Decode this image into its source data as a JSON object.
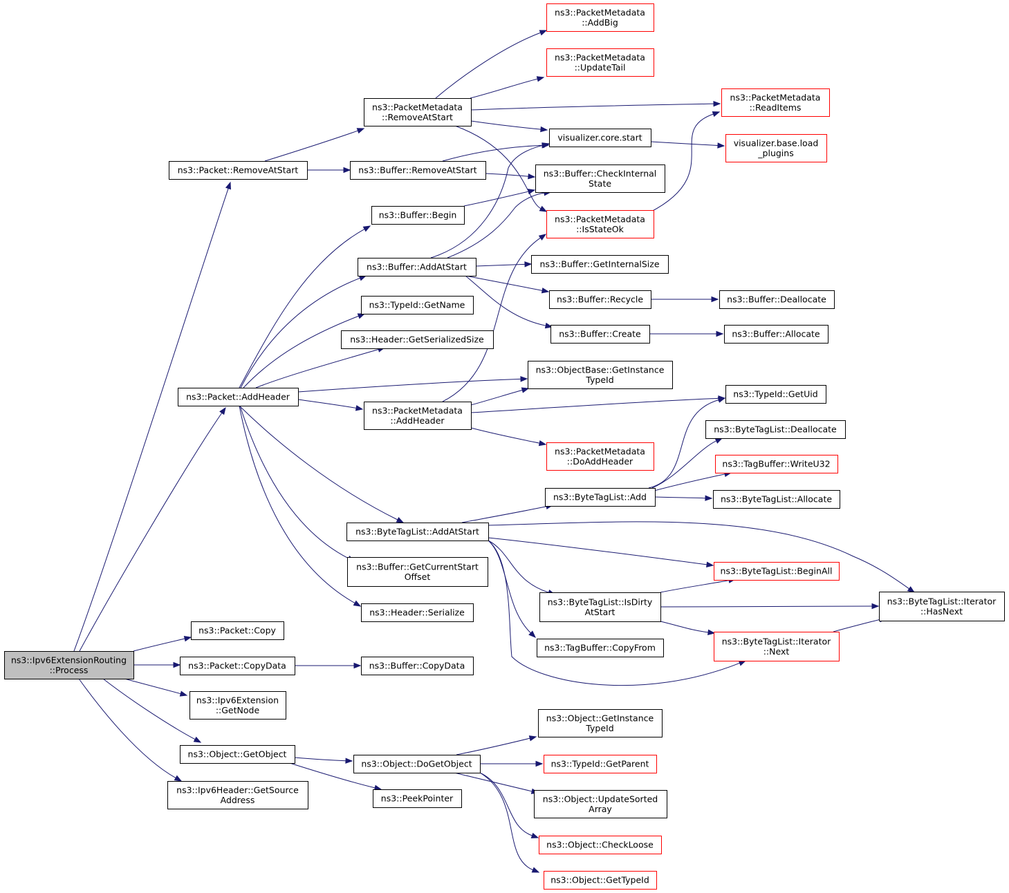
{
  "colors": {
    "edge": "#191970",
    "node_border": "#000000",
    "truncated_border": "#ff0000",
    "root_fill": "#bfbfbf",
    "node_fill": "#ffffff"
  },
  "nodes": {
    "root": {
      "lines": [
        "ns3::Ipv6ExtensionRouting",
        "::Process"
      ],
      "kind": "root"
    },
    "packet_removeatstart": {
      "lines": [
        "ns3::Packet::RemoveAtStart"
      ],
      "kind": "normal"
    },
    "packet_addheader": {
      "lines": [
        "ns3::Packet::AddHeader"
      ],
      "kind": "normal"
    },
    "packet_copy": {
      "lines": [
        "ns3::Packet::Copy"
      ],
      "kind": "normal"
    },
    "packet_copydata": {
      "lines": [
        "ns3::Packet::CopyData"
      ],
      "kind": "normal"
    },
    "ipv6ext_getnode": {
      "lines": [
        "ns3::Ipv6Extension",
        "::GetNode"
      ],
      "kind": "normal"
    },
    "object_getobject": {
      "lines": [
        "ns3::Object::GetObject"
      ],
      "kind": "normal"
    },
    "ipv6header_getsource": {
      "lines": [
        "ns3::Ipv6Header::GetSource",
        "Address"
      ],
      "kind": "normal"
    },
    "pm_removeatstart": {
      "lines": [
        "ns3::PacketMetadata",
        "::RemoveAtStart"
      ],
      "kind": "normal"
    },
    "buffer_removeatstart": {
      "lines": [
        "ns3::Buffer::RemoveAtStart"
      ],
      "kind": "normal"
    },
    "buffer_begin": {
      "lines": [
        "ns3::Buffer::Begin"
      ],
      "kind": "normal"
    },
    "buffer_addatstart": {
      "lines": [
        "ns3::Buffer::AddAtStart"
      ],
      "kind": "normal"
    },
    "typeid_getname": {
      "lines": [
        "ns3::TypeId::GetName"
      ],
      "kind": "normal"
    },
    "header_getserializedsize": {
      "lines": [
        "ns3::Header::GetSerializedSize"
      ],
      "kind": "normal"
    },
    "pm_addheader": {
      "lines": [
        "ns3::PacketMetadata",
        "::AddHeader"
      ],
      "kind": "normal"
    },
    "btl_addatstart": {
      "lines": [
        "ns3::ByteTagList::AddAtStart"
      ],
      "kind": "normal"
    },
    "buffer_getcurrentstartoffset": {
      "lines": [
        "ns3::Buffer::GetCurrentStart",
        "Offset"
      ],
      "kind": "normal"
    },
    "header_serialize": {
      "lines": [
        "ns3::Header::Serialize"
      ],
      "kind": "normal"
    },
    "buffer_copydata": {
      "lines": [
        "ns3::Buffer::CopyData"
      ],
      "kind": "normal"
    },
    "object_dogetobject": {
      "lines": [
        "ns3::Object::DoGetObject"
      ],
      "kind": "normal"
    },
    "peekpointer": {
      "lines": [
        "ns3::PeekPointer"
      ],
      "kind": "normal"
    },
    "pm_addbig": {
      "lines": [
        "ns3::PacketMetadata",
        "::AddBig"
      ],
      "kind": "truncated"
    },
    "pm_updatetail": {
      "lines": [
        "ns3::PacketMetadata",
        "::UpdateTail"
      ],
      "kind": "truncated"
    },
    "vis_core_start": {
      "lines": [
        "visualizer.core.start"
      ],
      "kind": "normal"
    },
    "buffer_checkinternalstate": {
      "lines": [
        "ns3::Buffer::CheckInternal",
        "State"
      ],
      "kind": "normal"
    },
    "pm_isstateok": {
      "lines": [
        "ns3::PacketMetadata",
        "::IsStateOk"
      ],
      "kind": "truncated"
    },
    "buffer_getinternalsize": {
      "lines": [
        "ns3::Buffer::GetInternalSize"
      ],
      "kind": "normal"
    },
    "buffer_recycle": {
      "lines": [
        "ns3::Buffer::Recycle"
      ],
      "kind": "normal"
    },
    "buffer_create": {
      "lines": [
        "ns3::Buffer::Create"
      ],
      "kind": "normal"
    },
    "objectbase_getinstancetypeid": {
      "lines": [
        "ns3::ObjectBase::GetInstance",
        "TypeId"
      ],
      "kind": "normal"
    },
    "pm_doaddheader": {
      "lines": [
        "ns3::PacketMetadata",
        "::DoAddHeader"
      ],
      "kind": "truncated"
    },
    "btl_add": {
      "lines": [
        "ns3::ByteTagList::Add"
      ],
      "kind": "normal"
    },
    "btl_isdirtyatstart": {
      "lines": [
        "ns3::ByteTagList::IsDirty",
        "AtStart"
      ],
      "kind": "normal"
    },
    "tagbuffer_copyfrom": {
      "lines": [
        "ns3::TagBuffer::CopyFrom"
      ],
      "kind": "normal"
    },
    "object_getinstancetypeid": {
      "lines": [
        "ns3::Object::GetInstance",
        "TypeId"
      ],
      "kind": "normal"
    },
    "typeid_getparent": {
      "lines": [
        "ns3::TypeId::GetParent"
      ],
      "kind": "truncated"
    },
    "object_updatesortedarray": {
      "lines": [
        "ns3::Object::UpdateSorted",
        "Array"
      ],
      "kind": "normal"
    },
    "object_checkloose": {
      "lines": [
        "ns3::Object::CheckLoose"
      ],
      "kind": "truncated"
    },
    "object_gettypeid": {
      "lines": [
        "ns3::Object::GetTypeId"
      ],
      "kind": "truncated"
    },
    "pm_readitems": {
      "lines": [
        "ns3::PacketMetadata",
        "::ReadItems"
      ],
      "kind": "truncated"
    },
    "vis_base_loadplugins": {
      "lines": [
        "visualizer.base.load",
        "_plugins"
      ],
      "kind": "truncated"
    },
    "buffer_deallocate": {
      "lines": [
        "ns3::Buffer::Deallocate"
      ],
      "kind": "normal"
    },
    "buffer_allocate": {
      "lines": [
        "ns3::Buffer::Allocate"
      ],
      "kind": "normal"
    },
    "typeid_getuid": {
      "lines": [
        "ns3::TypeId::GetUid"
      ],
      "kind": "normal"
    },
    "btl_deallocate": {
      "lines": [
        "ns3::ByteTagList::Deallocate"
      ],
      "kind": "normal"
    },
    "tagbuffer_writeu32": {
      "lines": [
        "ns3::TagBuffer::WriteU32"
      ],
      "kind": "truncated"
    },
    "btl_allocate": {
      "lines": [
        "ns3::ByteTagList::Allocate"
      ],
      "kind": "normal"
    },
    "btl_beginall": {
      "lines": [
        "ns3::ByteTagList::BeginAll"
      ],
      "kind": "truncated"
    },
    "btl_iterator_next": {
      "lines": [
        "ns3::ByteTagList::Iterator",
        "::Next"
      ],
      "kind": "truncated"
    },
    "btl_iterator_hasnext": {
      "lines": [
        "ns3::ByteTagList::Iterator",
        "::HasNext"
      ],
      "kind": "normal"
    }
  },
  "edges": [
    [
      "root",
      "packet_removeatstart"
    ],
    [
      "root",
      "packet_addheader"
    ],
    [
      "root",
      "packet_copy"
    ],
    [
      "root",
      "packet_copydata"
    ],
    [
      "root",
      "ipv6ext_getnode"
    ],
    [
      "root",
      "object_getobject"
    ],
    [
      "root",
      "ipv6header_getsource"
    ],
    [
      "packet_removeatstart",
      "pm_removeatstart"
    ],
    [
      "packet_removeatstart",
      "buffer_removeatstart"
    ],
    [
      "pm_removeatstart",
      "pm_addbig"
    ],
    [
      "pm_removeatstart",
      "pm_updatetail"
    ],
    [
      "pm_removeatstart",
      "pm_readitems"
    ],
    [
      "pm_removeatstart",
      "vis_core_start"
    ],
    [
      "pm_removeatstart",
      "pm_isstateok"
    ],
    [
      "buffer_removeatstart",
      "vis_core_start"
    ],
    [
      "buffer_removeatstart",
      "buffer_checkinternalstate"
    ],
    [
      "buffer_begin",
      "buffer_checkinternalstate"
    ],
    [
      "buffer_addatstart",
      "vis_core_start"
    ],
    [
      "buffer_addatstart",
      "buffer_checkinternalstate"
    ],
    [
      "buffer_addatstart",
      "buffer_getinternalsize"
    ],
    [
      "buffer_addatstart",
      "buffer_recycle"
    ],
    [
      "buffer_addatstart",
      "buffer_create"
    ],
    [
      "vis_core_start",
      "vis_base_loadplugins"
    ],
    [
      "pm_isstateok",
      "pm_readitems"
    ],
    [
      "buffer_recycle",
      "buffer_deallocate"
    ],
    [
      "buffer_create",
      "buffer_allocate"
    ],
    [
      "packet_addheader",
      "buffer_begin"
    ],
    [
      "packet_addheader",
      "buffer_addatstart"
    ],
    [
      "packet_addheader",
      "typeid_getname"
    ],
    [
      "packet_addheader",
      "header_getserializedsize"
    ],
    [
      "packet_addheader",
      "objectbase_getinstancetypeid"
    ],
    [
      "packet_addheader",
      "pm_addheader"
    ],
    [
      "packet_addheader",
      "btl_addatstart"
    ],
    [
      "packet_addheader",
      "buffer_getcurrentstartoffset"
    ],
    [
      "packet_addheader",
      "header_serialize"
    ],
    [
      "pm_addheader",
      "pm_isstateok"
    ],
    [
      "pm_addheader",
      "objectbase_getinstancetypeid"
    ],
    [
      "pm_addheader",
      "typeid_getuid"
    ],
    [
      "pm_addheader",
      "pm_doaddheader"
    ],
    [
      "btl_addatstart",
      "btl_add"
    ],
    [
      "btl_addatstart",
      "btl_iterator_hasnext"
    ],
    [
      "btl_addatstart",
      "btl_beginall"
    ],
    [
      "btl_addatstart",
      "btl_isdirtyatstart"
    ],
    [
      "btl_addatstart",
      "tagbuffer_copyfrom"
    ],
    [
      "btl_addatstart",
      "btl_iterator_next"
    ],
    [
      "btl_add",
      "typeid_getuid"
    ],
    [
      "btl_add",
      "btl_deallocate"
    ],
    [
      "btl_add",
      "tagbuffer_writeu32"
    ],
    [
      "btl_add",
      "btl_allocate"
    ],
    [
      "btl_isdirtyatstart",
      "btl_beginall"
    ],
    [
      "btl_isdirtyatstart",
      "btl_iterator_hasnext"
    ],
    [
      "btl_isdirtyatstart",
      "btl_iterator_next"
    ],
    [
      "btl_iterator_next",
      "btl_iterator_hasnext"
    ],
    [
      "packet_copydata",
      "buffer_copydata"
    ],
    [
      "object_getobject",
      "object_dogetobject"
    ],
    [
      "object_getobject",
      "peekpointer"
    ],
    [
      "object_dogetobject",
      "object_getinstancetypeid"
    ],
    [
      "object_dogetobject",
      "typeid_getparent"
    ],
    [
      "object_dogetobject",
      "object_updatesortedarray"
    ],
    [
      "object_dogetobject",
      "object_checkloose"
    ],
    [
      "object_dogetobject",
      "object_gettypeid"
    ]
  ]
}
